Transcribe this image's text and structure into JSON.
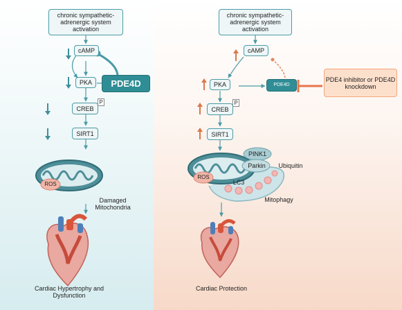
{
  "left_panel": {
    "top_box": "chronic sympathetic-adrenergic system activation",
    "camp": "cAMP",
    "pka": "PKA",
    "pde4d": "PDE4D",
    "creb": "CREB",
    "p_label": "P",
    "sirt1": "SIRT1",
    "ros": "ROS",
    "mito_label": "Damaged Mitochondria",
    "outcome": "Cardiac Hypertrophy and Dysfunction"
  },
  "right_panel": {
    "top_box": "chronic sympathetic-adrenergic system activation",
    "camp": "cAMP",
    "pka": "PKA",
    "pde4d": "PDE4D",
    "inhibitor": "PDE4 inhibitor or PDE4D knockdown",
    "creb": "CREB",
    "p_label": "P",
    "sirt1": "SIRT1",
    "pink1": "PINK1",
    "parkin": "Parkin",
    "ubiquitin": "Ubiquitin",
    "ros": "ROS",
    "lc3": "LC3",
    "mitophagy": "Mitophagy",
    "outcome": "Cardiac Protection"
  },
  "colors": {
    "teal": "#4a9aa5",
    "pde4d_fill": "#2f8d95",
    "down_arrow": "#3f8f9a",
    "up_arrow": "#d9774a",
    "inhibitor_fill": "#fde0cc",
    "inhibitor_bar": "#e8744a",
    "left_bg": "#dff0f2",
    "right_bg": "#fbe9df"
  }
}
